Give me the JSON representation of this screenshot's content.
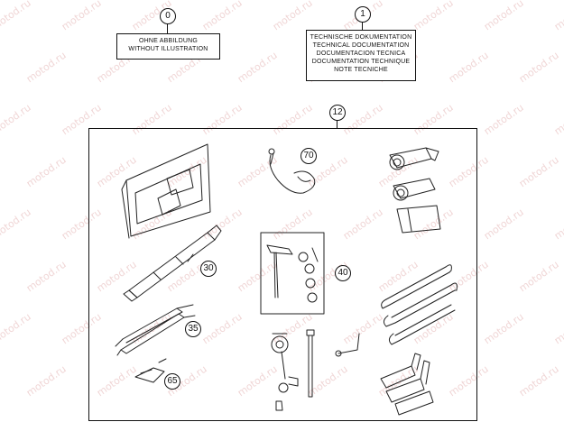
{
  "watermark_text": "motod.ru",
  "callouts": {
    "c0": "0",
    "c1": "1",
    "c12": "12",
    "c70": "70",
    "c30": "30",
    "c40": "40",
    "c35": "35",
    "c65": "65"
  },
  "box0": {
    "line1": "OHNE ABBILDUNG",
    "line2": "WITHOUT ILLUSTRATION"
  },
  "box1": {
    "line1": "TECHNISCHE DOKUMENTATION",
    "line2": "TECHNICAL DOCUMENTATION",
    "line3": "DOCUMENTACION TECNICA",
    "line4": "DOCUMENTATION TECHNIQUE",
    "line5": "NOTE TECNICHE"
  }
}
